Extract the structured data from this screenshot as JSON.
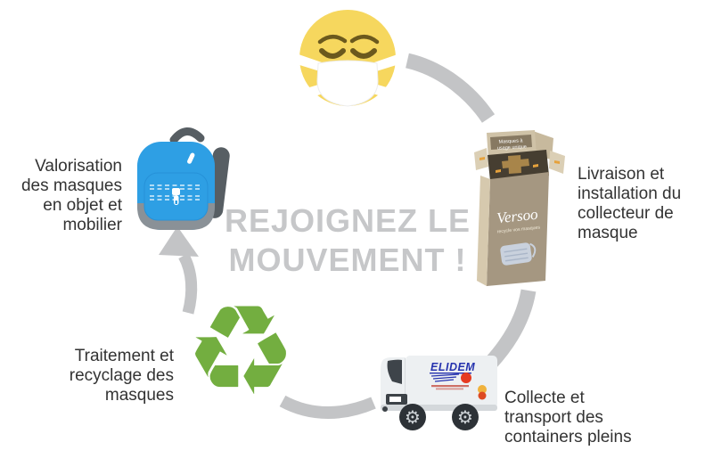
{
  "title": {
    "line1": "REJOIGNEZ LE",
    "line2": "MOUVEMENT !"
  },
  "steps": {
    "valorisation": {
      "label": "Valorisation des masques en objet et mobilier",
      "lines": [
        "Valorisation",
        "des masques",
        "en objet et",
        "mobilier"
      ]
    },
    "livraison": {
      "label": "Livraison et installation du collecteur de masque",
      "lines": [
        "Livraison et",
        "installation du",
        "collecteur de",
        "masque"
      ]
    },
    "traitement": {
      "label": "Traitement et recyclage des masques",
      "lines": [
        "Traitement et",
        "recyclage des",
        "masques"
      ]
    },
    "collecte": {
      "label": "Collecte et transport des containers pleins",
      "lines": [
        "Collecte et",
        "transport des",
        "containers pleins"
      ]
    }
  },
  "collector_box": {
    "brand": "Versoo",
    "tagline": "recycle vos masques",
    "flap_line1": "Masques à",
    "flap_line2": "usage unique"
  },
  "truck": {
    "brand": "ELIDEM"
  },
  "icons": {
    "recycling_symbol": "♻",
    "gear_hub": "⚙"
  },
  "colors": {
    "arc_gray": "#c3c4c6",
    "title_gray": "#c6c7c9",
    "label_dark": "#333333",
    "emoji_yellow": "#f6d75e",
    "backpack_blue": "#2e9fe4",
    "recycle_green": "#73ae40",
    "box_taupe": "#a59781",
    "truck_logo_blue": "#2633ae",
    "truck_logo_red": "#e63a20"
  }
}
